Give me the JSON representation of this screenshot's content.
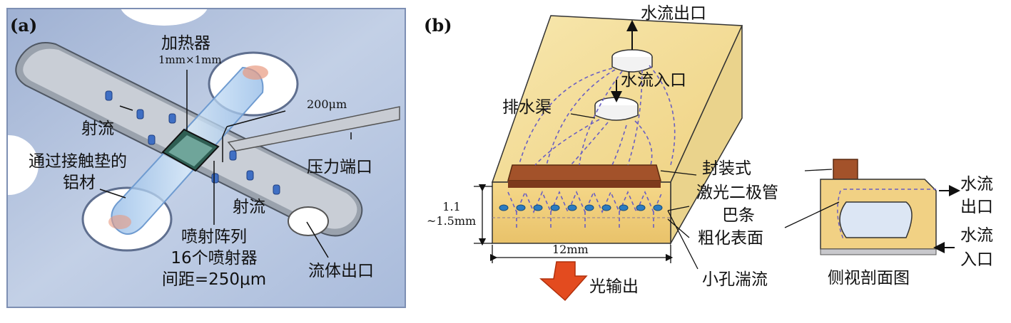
{
  "panel_a": {
    "tag": "(a)",
    "heater": "加热器",
    "heater_size": "1mm×1mm",
    "jet_left": "射流",
    "jet_right": "射流",
    "pad_line1": "通过接触垫的",
    "pad_line2": "铝材",
    "width_200": "200μm",
    "pressure_port": "压力端口",
    "array_line1": "喷射阵列",
    "array_line2": "16个喷射器",
    "array_line3": "间距=250μm",
    "fluid_outlet": "流体出口"
  },
  "panel_b": {
    "tag": "(b)",
    "water_outlet_top": "水流出口",
    "water_inlet_top": "水流入口",
    "drain": "排水渠",
    "packaged_line1": "封装式",
    "packaged_line2": "激光二极管",
    "packaged_line3": "巴条",
    "rough_surface": "粗化表面",
    "microhole": "小孔湍流",
    "thickness_line1": "1.1",
    "thickness_line2": "~1.5mm",
    "width_12": "12mm",
    "light_output": "光输出",
    "side_outlet_1": "水流",
    "side_outlet_2": "出口",
    "side_inlet_1": "水流",
    "side_inlet_2": "入口",
    "side_view": "侧视剖面图"
  },
  "colors": {
    "plate_blue": "#aebfdb",
    "block_yellow": "#f3dc94",
    "copper": "#a3522a",
    "dash_purple": "#6a5fc2",
    "heater_glow": "#e89a80"
  }
}
